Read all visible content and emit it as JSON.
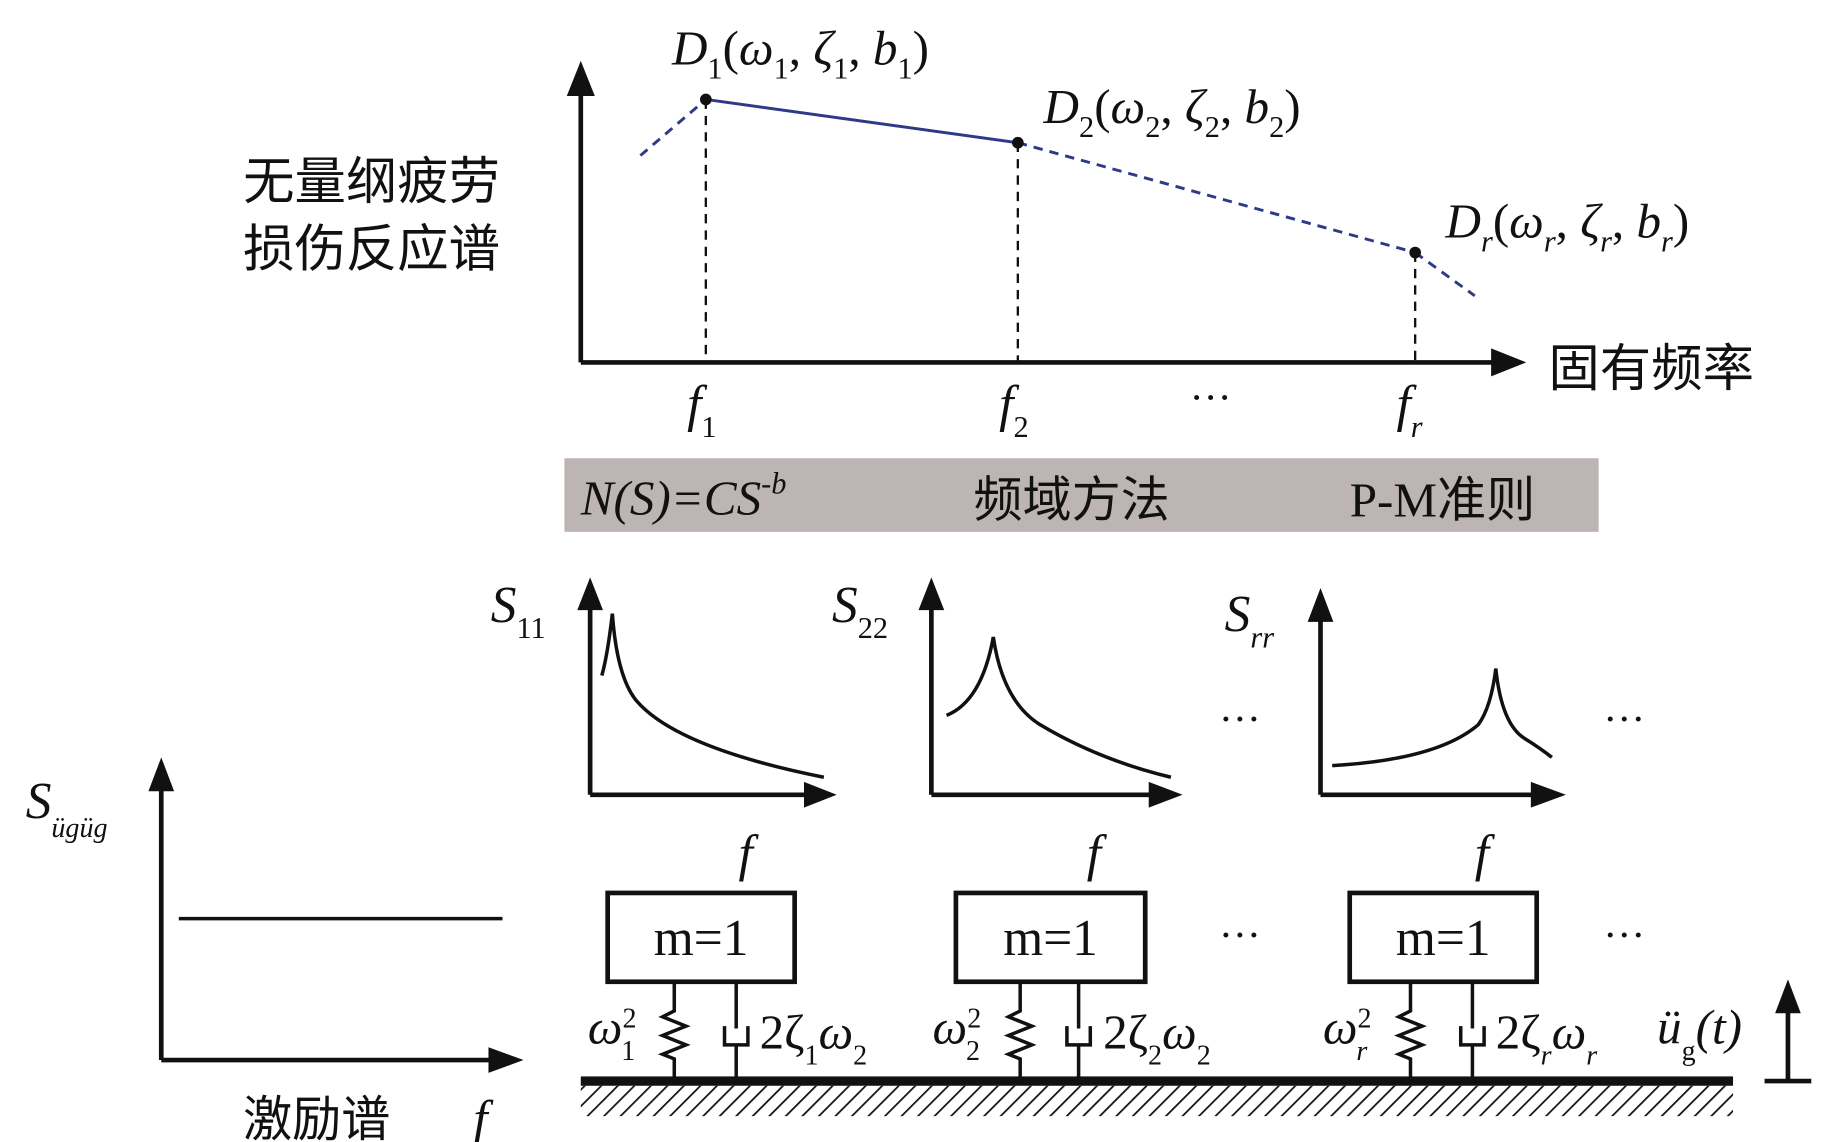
{
  "top_chart": {
    "y_label_line1": "无量纲疲劳",
    "y_label_line2": "损伤反应谱",
    "x_label": "固有频率",
    "points": [
      {
        "name": "D",
        "sub": "1",
        "args": [
          "ω",
          "1",
          "ζ",
          "1",
          "b",
          "1"
        ]
      },
      {
        "name": "D",
        "sub": "2",
        "args": [
          "ω",
          "2",
          "ζ",
          "2",
          "b",
          "2"
        ]
      },
      {
        "name": "D",
        "sub": "r",
        "args": [
          "ω",
          "r",
          "ζ",
          "r",
          "b",
          "r"
        ]
      }
    ],
    "ticks": [
      {
        "f": "f",
        "sub": "1"
      },
      {
        "f": "f",
        "sub": "2"
      },
      {
        "f": "f",
        "sub": "r"
      }
    ],
    "ellipsis": "···",
    "line_color": "#2e3a87"
  },
  "method_band": {
    "formula_main": "N(S)=CS",
    "formula_exp": "-b",
    "method": "频域方法",
    "criterion": "P-M准则",
    "color": "#bdb5b3"
  },
  "response_spectra": [
    {
      "s": "S",
      "sub": "11",
      "x_label": "f"
    },
    {
      "s": "S",
      "sub": "22",
      "x_label": "f"
    },
    {
      "s": "S",
      "sub": "rr",
      "x_label": "f"
    }
  ],
  "excitation": {
    "s": "S",
    "sub": "ügüg",
    "label": "激励谱",
    "x_label": "f"
  },
  "oscillators": [
    {
      "mass": "m=1",
      "k": "ω",
      "k_sup": "2",
      "k_sub": "1",
      "c": "2ζ",
      "c_sub1": "1",
      "c_w": "ω",
      "c_sub2": "2"
    },
    {
      "mass": "m=1",
      "k": "ω",
      "k_sup": "2",
      "k_sub": "2",
      "c": "2ζ",
      "c_sub1": "2",
      "c_w": "ω",
      "c_sub2": "2"
    },
    {
      "mass": "m=1",
      "k": "ω",
      "k_sup": "2",
      "k_sub": "r",
      "c": "2ζ",
      "c_sub1": "r",
      "c_w": "ω",
      "c_sub2": "r"
    }
  ],
  "ground_motion": {
    "u": "ü",
    "sub": "g",
    "arg": "(t)"
  },
  "ellipsis": "···"
}
